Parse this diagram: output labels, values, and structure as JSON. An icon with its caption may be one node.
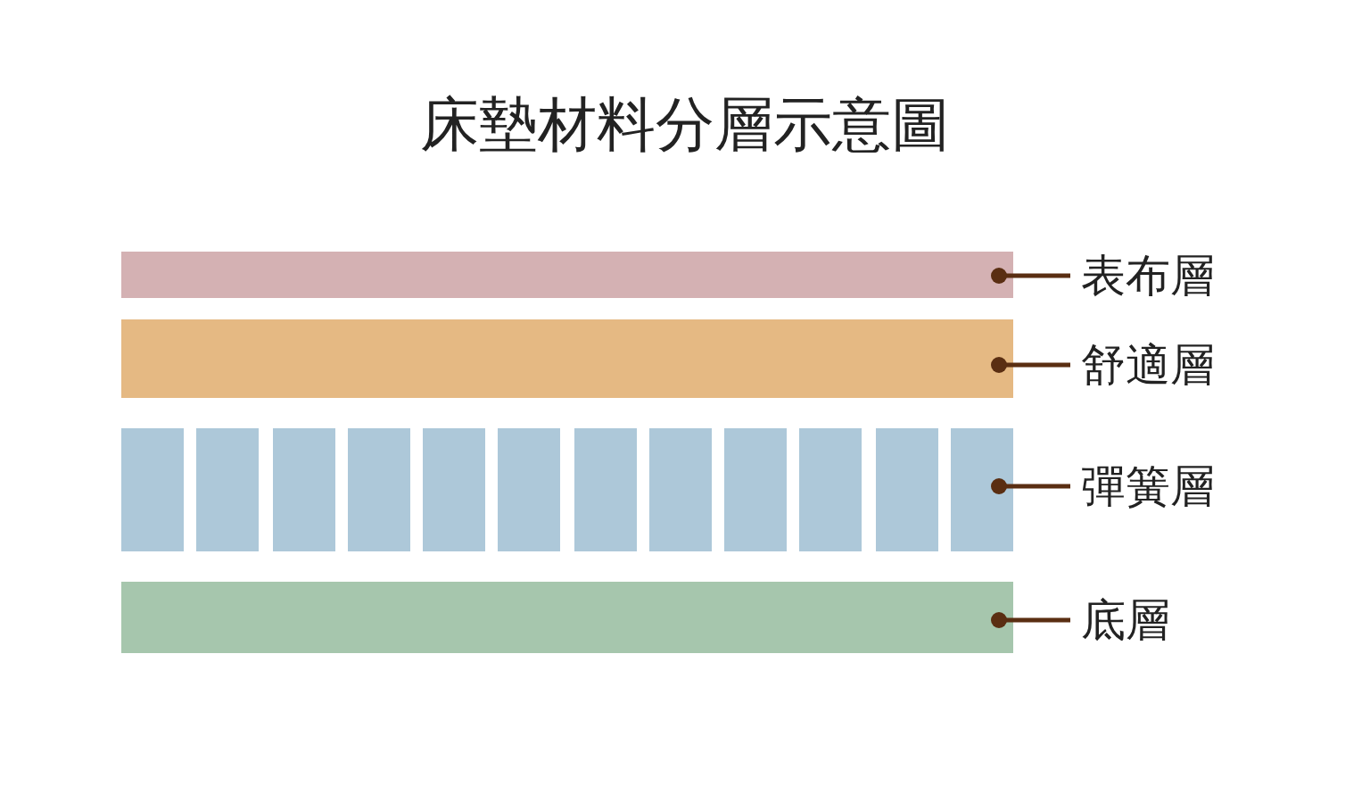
{
  "diagram": {
    "title": "床墊材料分層示意圖",
    "nodes": [
      {
        "text": [],
        "shape": "bar"
      },
      {
        "text": [
          "表布層"
        ]
      },
      {
        "text": [],
        "shape": "bar"
      },
      {
        "text": [
          "舒適層"
        ]
      },
      {
        "text": [],
        "shape": "bar"
      },
      {
        "text": [],
        "shape": "bar"
      },
      {
        "text": [],
        "shape": "bar"
      },
      {
        "text": [],
        "shape": "bar"
      },
      {
        "text": [],
        "shape": "bar"
      },
      {
        "text": [],
        "shape": "bar"
      },
      {
        "text": [],
        "shape": "bar"
      },
      {
        "text": [],
        "shape": "bar"
      },
      {
        "text": [],
        "shape": "bar"
      },
      {
        "text": [],
        "shape": "bar"
      },
      {
        "text": [],
        "shape": "bar"
      },
      {
        "text": [],
        "shape": "bar"
      },
      {
        "text": [
          "彈簧層"
        ]
      },
      {
        "text": [],
        "shape": "bar"
      },
      {
        "text": [
          "底層"
        ]
      }
    ],
    "edges": [
      {
        "from": 1,
        "to": 0,
        "arrow": "other"
      },
      {
        "from": 3,
        "to": 2,
        "arrow": "other"
      },
      {
        "from": 16,
        "to": 15,
        "arrow": "other"
      },
      {
        "from": 18,
        "to": 17,
        "arrow": "other"
      }
    ]
  }
}
